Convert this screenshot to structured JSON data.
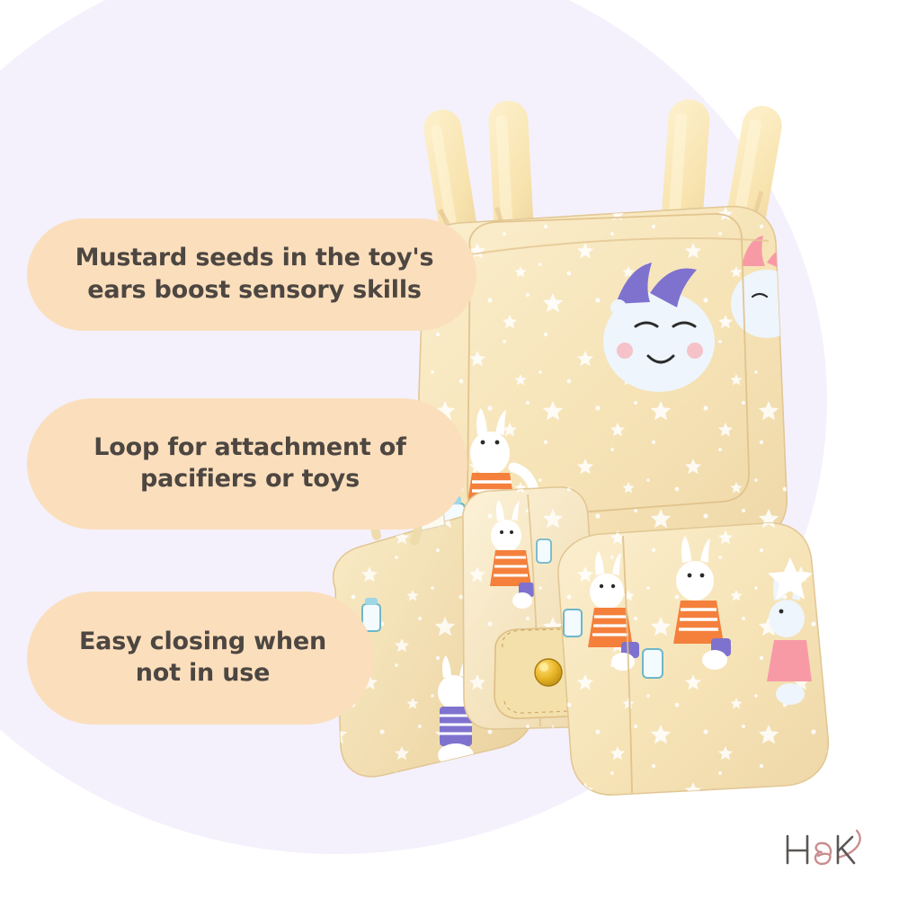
{
  "page": {
    "type": "product-feature-infographic",
    "background_color": "#ffffff",
    "blob_color": "#f4f1fd"
  },
  "features": {
    "pill_background": "#fbdfbd",
    "text_color": "#4d4641",
    "items": [
      {
        "id": "feature-1",
        "text": "Mustard seeds in the toy's\near s boost sensory skills",
        "label": "Mustard seeds in the toy's\nears boost sensory skills"
      },
      {
        "id": "feature-2",
        "text": "Loop for attachment of\npacifiers or toys",
        "label": "Loop for attachment of\npacifiers or toys"
      },
      {
        "id": "feature-3",
        "text": "Easy closing when\nnot in use",
        "label": "Easy closing when\nnot in use"
      }
    ]
  },
  "product": {
    "name": "baby-nursing-pillow",
    "fabric_color": "#f8e7bd",
    "fabric_shadow": "#efd8ab",
    "ear_color": "#fbe7bb",
    "snap_button_color": "#e8b425",
    "pattern": {
      "motifs": [
        "sleeping-bunny-face",
        "bunny-in-striped-shirt",
        "milk-bottle",
        "star"
      ],
      "star_color": "#ffffff",
      "shirt_orange": "#f4803c",
      "shirt_purple": "#7f72cf",
      "shirt_pink": "#f79aa6",
      "bunny_body": "#eef4fb"
    }
  },
  "brand": {
    "logo_text": "H&K",
    "letter_color": "#5b5654",
    "accent_color": "#c98d8d"
  }
}
